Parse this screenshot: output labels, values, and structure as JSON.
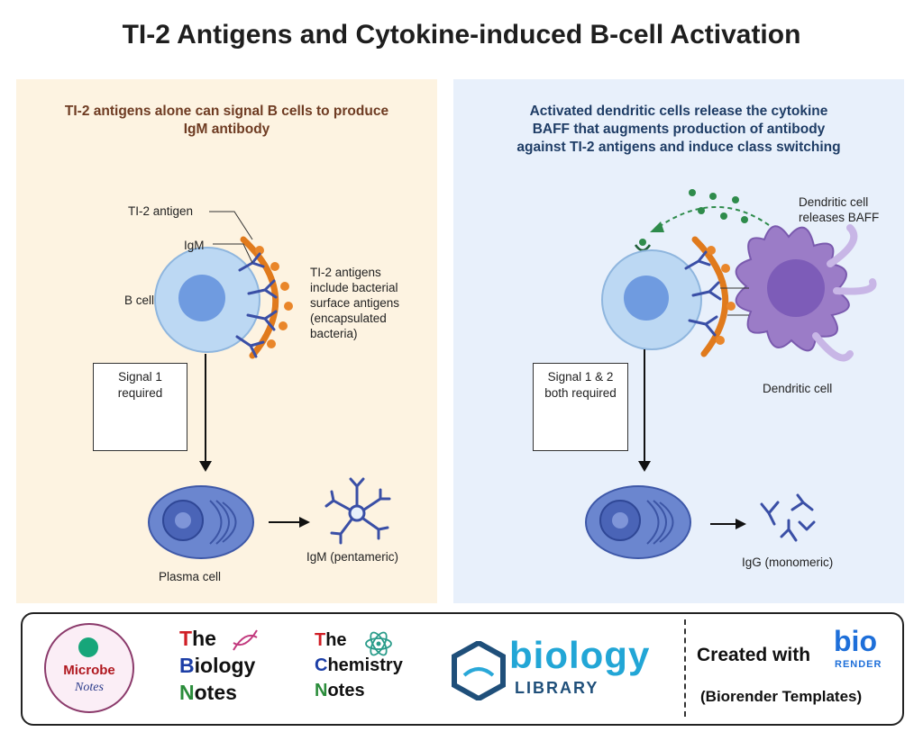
{
  "title": "TI-2 Antigens and Cytokine-induced B-cell Activation",
  "left_panel": {
    "heading_line1": "TI-2 antigens alone can signal B cells to produce",
    "heading_line2": "IgM antibody",
    "label_antigen": "TI-2 antigen",
    "label_igm": "IgM",
    "label_bcell": "B cell",
    "note_lines": [
      "TI-2 antigens",
      "include bacterial",
      "surface antigens",
      "(encapsulated",
      "bacteria)"
    ],
    "signal_line1": "Signal 1",
    "signal_line2": "required",
    "plasma_label": "Plasma cell",
    "product_label": "IgM (pentameric)"
  },
  "right_panel": {
    "heading_line1": "Activated dendritic cells release the cytokine",
    "heading_line2": "BAFF that augments production of antibody",
    "heading_line3": "against TI-2 antigens and induce class switching",
    "dc_release_line1": "Dendritic cell",
    "dc_release_line2": "releases BAFF",
    "dc_label": "Dendritic cell",
    "signal_line1": "Signal 1 & 2",
    "signal_line2": "both required",
    "product_label": "IgG (monomeric)"
  },
  "footer": {
    "microbe_line1": "Microbe",
    "microbe_line2": "Notes",
    "bio_notes": [
      "T",
      "he",
      "B",
      "iology",
      "N",
      "otes"
    ],
    "chem_notes": [
      "T",
      "he",
      "C",
      "hemistry",
      "N",
      "otes"
    ],
    "library_word": "biology",
    "library_sub": "LIBRARY",
    "created_with": "Created with",
    "bio_logo": "bio",
    "render_logo": "RENDER",
    "templates": "(Biorender Templates)"
  },
  "colors": {
    "left_bg": "#fdf3e1",
    "right_bg": "#e8f0fb",
    "bcell": "#a9cdf0",
    "antigen": "#e5821e",
    "antibody": "#3a4fa6",
    "dendritic": "#9b7cc7",
    "baff": "#2e8b4b",
    "plasma": "#4d67b8"
  }
}
